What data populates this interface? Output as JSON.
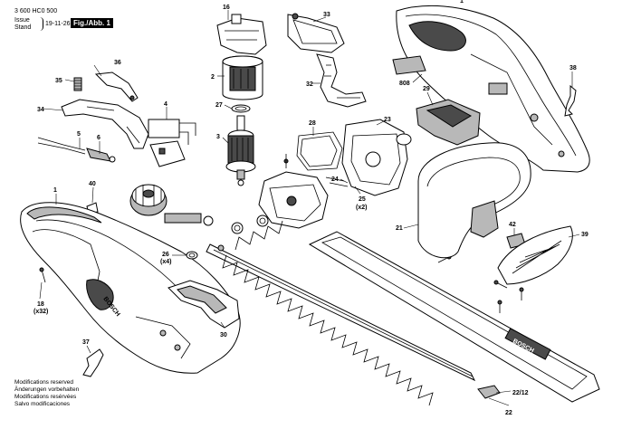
{
  "header": {
    "doc_number": "3 600 HC0 500",
    "issue_label": "Issue",
    "stand_label": "Stand",
    "date": "19-11-26",
    "figure_tag": "Fig./Abb. 1"
  },
  "notes": [
    "Modifications reserved",
    "Änderungen vorbehalten",
    "Modifications resérvées",
    "Salvo modificaciones"
  ],
  "part_labels": [
    {
      "id": "16",
      "text": "16"
    },
    {
      "id": "33",
      "text": "33"
    },
    {
      "id": "1a",
      "text": "1"
    },
    {
      "id": "36",
      "text": "36"
    },
    {
      "id": "35",
      "text": "35"
    },
    {
      "id": "2",
      "text": "2"
    },
    {
      "id": "32",
      "text": "32"
    },
    {
      "id": "808",
      "text": "808"
    },
    {
      "id": "38",
      "text": "38"
    },
    {
      "id": "34",
      "text": "34"
    },
    {
      "id": "4",
      "text": "4"
    },
    {
      "id": "27",
      "text": "27"
    },
    {
      "id": "29",
      "text": "29"
    },
    {
      "id": "28",
      "text": "28"
    },
    {
      "id": "23",
      "text": "23"
    },
    {
      "id": "5",
      "text": "5"
    },
    {
      "id": "6",
      "text": "6"
    },
    {
      "id": "3",
      "text": "3"
    },
    {
      "id": "24",
      "text": "24"
    },
    {
      "id": "25",
      "text": "25"
    },
    {
      "id": "25x",
      "text": "(x2)"
    },
    {
      "id": "1b",
      "text": "1"
    },
    {
      "id": "40",
      "text": "40"
    },
    {
      "id": "21",
      "text": "21"
    },
    {
      "id": "42",
      "text": "42"
    },
    {
      "id": "39",
      "text": "39"
    },
    {
      "id": "26",
      "text": "26"
    },
    {
      "id": "26x",
      "text": "(x4)"
    },
    {
      "id": "18",
      "text": "18"
    },
    {
      "id": "18x",
      "text": "(x32)"
    },
    {
      "id": "30",
      "text": "30"
    },
    {
      "id": "37",
      "text": "37"
    },
    {
      "id": "22_12",
      "text": "22/12"
    },
    {
      "id": "22",
      "text": "22"
    }
  ],
  "brand_marks": [
    "BOSCH",
    "BOSCH"
  ]
}
